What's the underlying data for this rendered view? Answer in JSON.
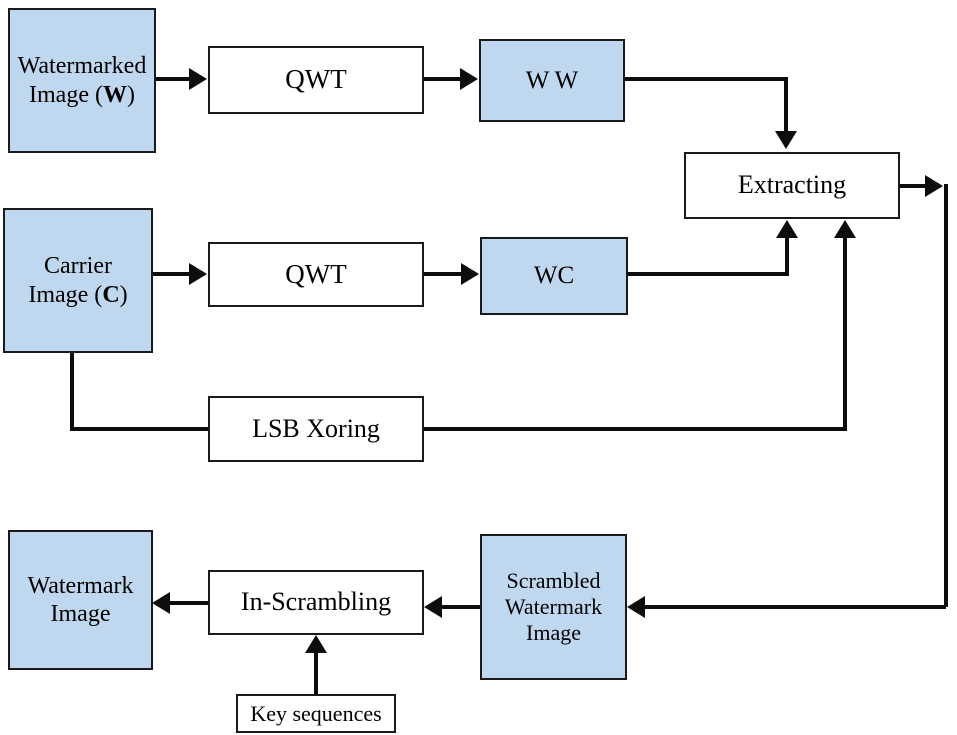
{
  "diagram": {
    "type": "block-diagram",
    "title": "Watermark extraction process block diagram",
    "colors": {
      "node_fill_highlight": "#c0d8ef",
      "node_fill_plain": "#ffffff",
      "stroke": "#0d0d0d",
      "background": "#ffffff"
    },
    "nodes": [
      {
        "id": "watermarked_image",
        "label_line1": "Watermarked",
        "label_line2": "Image (W)",
        "emphasis": "W",
        "style": "highlight",
        "shape": "rectangle"
      },
      {
        "id": "qwt_top",
        "label": "QWT",
        "style": "plain",
        "shape": "rectangle"
      },
      {
        "id": "ww",
        "label": "WW",
        "style": "highlight",
        "shape": "rectangle"
      },
      {
        "id": "extracting",
        "label": "Extracting",
        "style": "plain",
        "shape": "rectangle"
      },
      {
        "id": "carrier_image",
        "label_line1": "Carrier",
        "label_line2": "Image (C)",
        "emphasis": "C",
        "style": "highlight",
        "shape": "rectangle"
      },
      {
        "id": "qwt_bottom",
        "label": "QWT",
        "style": "plain",
        "shape": "rectangle"
      },
      {
        "id": "wc",
        "label": "WC",
        "style": "highlight",
        "shape": "rectangle"
      },
      {
        "id": "lsb_xoring",
        "label": "LSB Xoring",
        "style": "plain",
        "shape": "rectangle"
      },
      {
        "id": "watermark_image",
        "label_line1": "Watermark",
        "label_line2": "Image",
        "style": "highlight",
        "shape": "rectangle"
      },
      {
        "id": "in_scrambling",
        "label": "In-Scrambling",
        "style": "plain",
        "shape": "rectangle"
      },
      {
        "id": "scrambled_watermark_image",
        "label_line1": "Scrambled",
        "label_line2": "Watermark",
        "label_line3": "Image",
        "style": "highlight",
        "shape": "rectangle"
      },
      {
        "id": "key_sequences",
        "label": "Key sequences",
        "style": "plain",
        "shape": "rectangle"
      }
    ],
    "edges": [
      {
        "from": "watermarked_image",
        "to": "qwt_top",
        "arrow": "right"
      },
      {
        "from": "qwt_top",
        "to": "ww",
        "arrow": "right"
      },
      {
        "from": "ww",
        "to": "extracting",
        "arrow": "down"
      },
      {
        "from": "carrier_image",
        "to": "qwt_bottom",
        "arrow": "right"
      },
      {
        "from": "qwt_bottom",
        "to": "wc",
        "arrow": "right"
      },
      {
        "from": "wc",
        "to": "extracting",
        "arrow": "up"
      },
      {
        "from": "carrier_image",
        "to": "lsb_xoring",
        "arrow": "none"
      },
      {
        "from": "lsb_xoring",
        "to": "extracting",
        "arrow": "up"
      },
      {
        "from": "extracting",
        "to": "scrambled_watermark_image",
        "arrow": "left"
      },
      {
        "from": "scrambled_watermark_image",
        "to": "in_scrambling",
        "arrow": "left"
      },
      {
        "from": "key_sequences",
        "to": "in_scrambling",
        "arrow": "up"
      },
      {
        "from": "in_scrambling",
        "to": "watermark_image",
        "arrow": "left"
      }
    ]
  },
  "labels": {
    "watermarked_image_l1": "Watermarked",
    "watermarked_image_l2a": "Image (",
    "watermarked_image_l2b": "W",
    "watermarked_image_l2c": ")",
    "qwt_top": "QWT",
    "ww": "W W",
    "extracting": "Extracting",
    "carrier_image_l1": "Carrier",
    "carrier_image_l2a": "Image (",
    "carrier_image_l2b": "C",
    "carrier_image_l2c": ")",
    "qwt_bottom": "QWT",
    "wc": "WC",
    "lsb_xoring": "LSB Xoring",
    "watermark_image_l1": "Watermark",
    "watermark_image_l2": "Image",
    "in_scrambling": "In-Scrambling",
    "scrambled_l1": "Scrambled",
    "scrambled_l2": "Watermark",
    "scrambled_l3": "Image",
    "key_sequences": "Key sequences"
  }
}
